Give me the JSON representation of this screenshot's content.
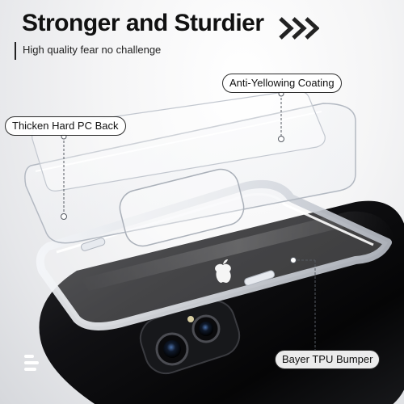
{
  "header": {
    "title": "Stronger and Sturdier",
    "subtitle": "High quality fear no challenge"
  },
  "callouts": {
    "anti_yellowing": "Anti-Yellowing Coating",
    "pc_back": "Thicken Hard PC Back",
    "tpu_bumper": "Bayer TPU Bumper"
  },
  "icons": {
    "chevrons": "double-chevron-right-icon",
    "menu": "stack-lines-icon"
  },
  "colors": {
    "text": "#111111",
    "phone_body": "#0e0e10",
    "case_edge": "#c9ced6",
    "background": "#eeeef0"
  }
}
